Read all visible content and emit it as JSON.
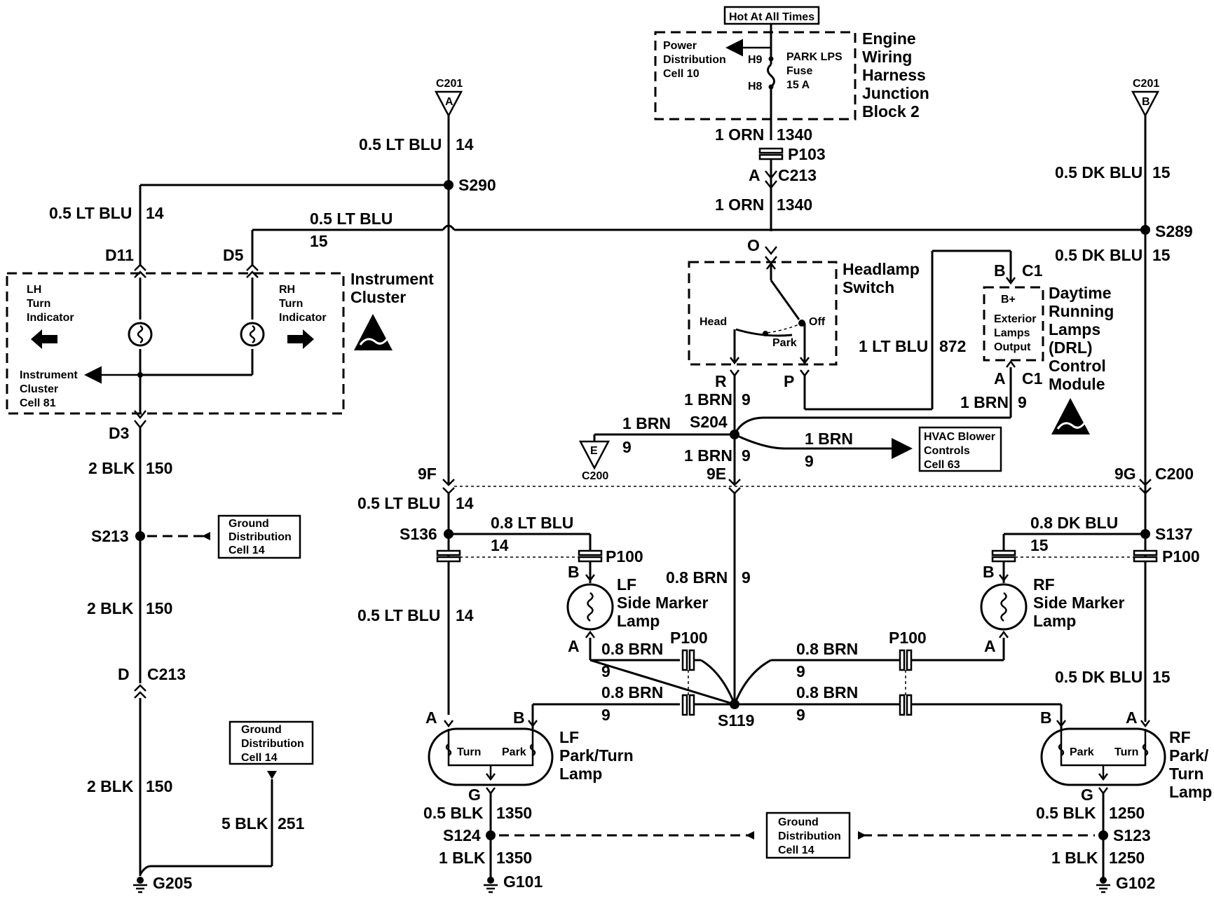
{
  "top": {
    "hot_label": "Hot At All Times",
    "ejb_title": [
      "Engine",
      "Wiring",
      "Harness",
      "Junction",
      "Block 2"
    ],
    "power_dist": [
      "Power",
      "Distribution",
      "Cell 10"
    ],
    "pin_h9": "H9",
    "pin_h8": "H8",
    "fuse": [
      "PARK LPS",
      "Fuse",
      "15 A"
    ]
  },
  "wires": {
    "orn_top": "1 ORN",
    "orn_top_circ": "1340",
    "p103": "P103",
    "c213_pin": "A",
    "c213": "C213",
    "orn_mid": "1 ORN",
    "orn_mid_circ": "1340",
    "pin_o": "O",
    "c201_left": "C201",
    "c201_left_pin": "A",
    "c201_right": "C201",
    "c201_right_pin": "B",
    "ltblu_top": "0.5 LT BLU",
    "ltblu_top_circ": "14",
    "s290": "S290",
    "ltblu_left": "0.5 LT BLU",
    "ltblu_left_circ": "14",
    "ltblu_15": "0.5 LT BLU",
    "ltblu_15_circ": "15",
    "dkblu_top": "0.5 DK BLU",
    "dkblu_top_circ": "15",
    "s289": "S289",
    "dkblu_mid": "0.5 DK BLU",
    "dkblu_mid_circ": "15",
    "d11": "D11",
    "d5": "D5",
    "d3": "D3",
    "blk1": "2 BLK",
    "blk1_circ": "150",
    "s213": "S213",
    "blk2": "2 BLK",
    "blk2_circ": "150",
    "pin_d": "D",
    "c213_left": "C213",
    "blk3": "2 BLK",
    "blk3_circ": "150",
    "blk5": "5 BLK",
    "blk5_circ": "251",
    "g205": "G205",
    "pin_r": "R",
    "pin_p": "P",
    "brn_r": "1 BRN",
    "brn_r_circ": "9",
    "s204": "S204",
    "brn_e": "1 BRN",
    "brn_e_circ": "9",
    "c200_e_pin": "E",
    "c200_e": "C200",
    "brn_hvac": "1 BRN",
    "brn_hvac_circ": "9",
    "brn_9e": "1 BRN",
    "brn_9e_circ": "9",
    "pin_9e": "9E",
    "pin_9f": "9F",
    "pin_9g": "9G",
    "c200_right": "C200",
    "ltblu_lf": "0.5 LT BLU",
    "ltblu_lf_circ": "14",
    "s136": "S136",
    "ltblu08": "0.8 LT BLU",
    "ltblu08_circ": "14",
    "p100_l": "P100",
    "ltblu_lf2": "0.5 LT BLU",
    "ltblu_lf2_circ": "14",
    "dkblu08": "0.8 DK BLU",
    "dkblu08_circ": "15",
    "s137": "S137",
    "p100_r": "P100",
    "brn08_center": "0.8 BRN",
    "brn08_center_circ": "9",
    "lf_pin_b": "B",
    "lf_pin_a": "A",
    "rf_pin_b": "B",
    "rf_pin_a": "A",
    "brn08_lf_a": "0.8 BRN",
    "brn08_lf_a_circ": "9",
    "brn08_rf_a": "0.8 BRN",
    "brn08_rf_a_circ": "9",
    "p100_lc": "P100",
    "p100_rc": "P100",
    "brn08_lf_b": "0.8 BRN",
    "brn08_lf_b_circ": "9",
    "brn08_rf_b": "0.8 BRN",
    "brn08_rf_b_circ": "9",
    "s119": "S119",
    "dkblu_rf": "0.5 DK BLU",
    "dkblu_rf_circ": "15",
    "lfpt_a": "A",
    "lfpt_b": "B",
    "rfpt_b": "B",
    "rfpt_a": "A",
    "lf_g": "G",
    "rf_g": "G",
    "blk05_l": "0.5 BLK",
    "blk05_l_circ": "1350",
    "s124": "S124",
    "blk1_l": "1 BLK",
    "blk1_l_circ": "1350",
    "g101": "G101",
    "blk05_r": "0.5 BLK",
    "blk05_r_circ": "1250",
    "s123": "S123",
    "blk1_r": "1 BLK",
    "blk1_r_circ": "1250",
    "g102": "G102",
    "drl_b": "B",
    "drl_c1_top": "C1",
    "drl_a": "A",
    "drl_c1_bot": "C1",
    "ltblu_872": "1 LT BLU",
    "ltblu_872_circ": "872",
    "brn_drl": "1 BRN",
    "brn_drl_circ": "9"
  },
  "cluster": {
    "title": [
      "Instrument",
      "Cluster"
    ],
    "lh": [
      "LH",
      "Turn",
      "Indicator"
    ],
    "rh": [
      "RH",
      "Turn",
      "Indicator"
    ],
    "cell": [
      "Instrument",
      "Cluster",
      "Cell 81"
    ]
  },
  "headlamp": {
    "title": [
      "Headlamp",
      "Switch"
    ],
    "head": "Head",
    "park": "Park",
    "off": "Off"
  },
  "drl": {
    "title": [
      "Daytime",
      "Running",
      "Lamps",
      "(DRL)",
      "Control",
      "Module"
    ],
    "inner": [
      "B+",
      "Exterior",
      "Lamps",
      "Output"
    ]
  },
  "hvac": [
    "HVAC Blower",
    "Controls",
    "Cell 63"
  ],
  "ground_boxes": {
    "g1": [
      "Ground",
      "Distribution",
      "Cell 14"
    ],
    "g2": [
      "Ground",
      "Distribution",
      "Cell 14"
    ],
    "g3": [
      "Ground",
      "Distribution",
      "Cell 14"
    ]
  },
  "lamps": {
    "lf_side": [
      "LF",
      "Side Marker",
      "Lamp"
    ],
    "rf_side": [
      "RF",
      "Side Marker",
      "Lamp"
    ],
    "lf_park": [
      "LF",
      "Park/Turn",
      "Lamp"
    ],
    "rf_park": [
      "RF",
      "Park/",
      "Turn",
      "Lamp"
    ],
    "turn": "Turn",
    "park": "Park"
  }
}
